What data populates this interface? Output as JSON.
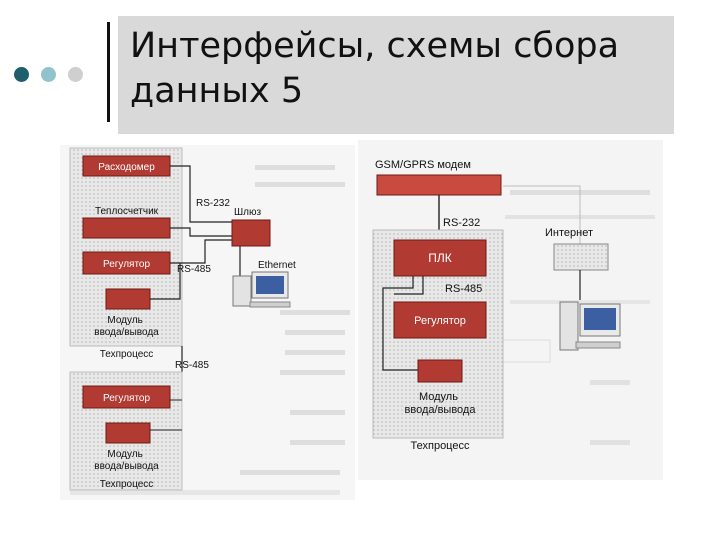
{
  "slide": {
    "title_line1": "Интерфейсы, схемы сбора",
    "title_line2": "данных 5",
    "bullet_colors": [
      "#1f5f6b",
      "#8fc4cc",
      "#cfcfcf"
    ]
  },
  "left_diagram": {
    "top_group": {
      "devices": [
        "Расходомер",
        "Теплосчетчик",
        "Регулятор",
        "Модуль\nввода/вывода"
      ],
      "caption": "Техпроцесс"
    },
    "bottom_group": {
      "devices": [
        "Регулятор",
        "Модуль\nввода/вывода"
      ],
      "caption": "Техпроцесс"
    },
    "labels": {
      "rs232": "RS-232",
      "gateway": "Шлюз",
      "rs485_a": "RS-485",
      "ethernet": "Ethernet",
      "rs485_b": "RS-485"
    }
  },
  "right_diagram": {
    "gsm_modem": "GSM/GPRS модем",
    "rs232": "RS-232",
    "plc": "ПЛК",
    "rs485": "RS-485",
    "regulator": "Регулятор",
    "module": "Модуль\nввода/вывода",
    "process": "Техпроцесс",
    "internet": "Интернет"
  }
}
